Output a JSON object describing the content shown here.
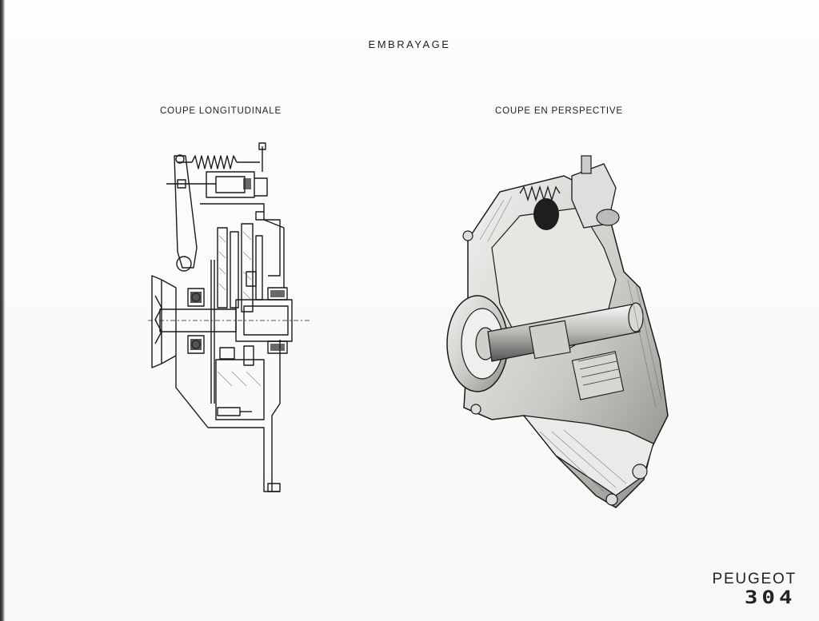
{
  "document": {
    "title": "EMBRAYAGE",
    "figures": [
      {
        "caption": "COUPE  LONGITUDINALE"
      },
      {
        "caption": "COUPE  EN  PERSPECTIVE"
      }
    ],
    "brand": {
      "name": "PEUGEOT",
      "model": "304"
    }
  }
}
